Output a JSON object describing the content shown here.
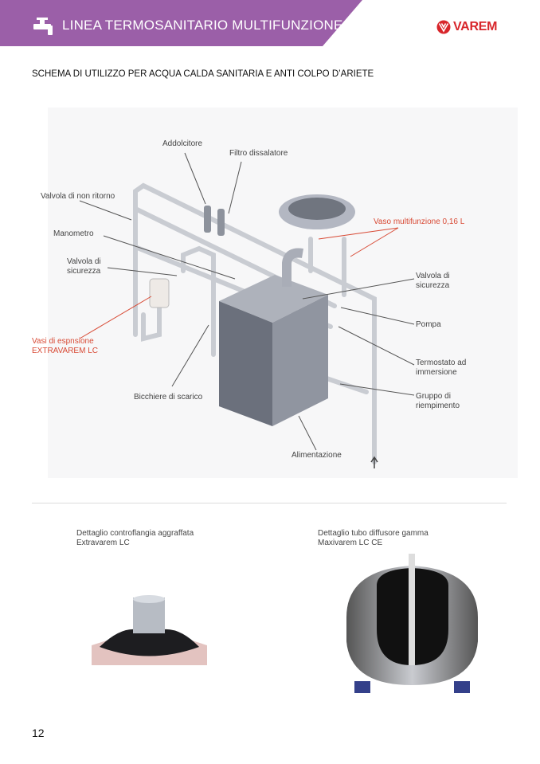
{
  "header": {
    "title": "LINEA TERMOSANITARIO MULTIFUNZIONE",
    "icon": "faucet-icon",
    "brand": "VAREM",
    "banner_color": "#9b5fa8",
    "brand_color": "#d8262b"
  },
  "section_title": "SCHEMA DI UTILIZZO PER ACQUA CALDA SANITARIA E ANTI COLPO D’ARIETE",
  "diagram_labels": {
    "addolcitore": "Addolcitore",
    "filtro": "Filtro dissalatore",
    "valvola_non_ritorno": "Valvola di non ritorno",
    "manometro": "Manometro",
    "valvola_sicurezza_left_1": "Valvola di",
    "valvola_sicurezza_left_2": "sicurezza",
    "vasi_1": "Vasi di espnsione",
    "vasi_2": "EXTRAVAREM LC",
    "bicchiere": "Bicchiere di scarico",
    "alimentazione": "Alimentazione",
    "vaso_multi": "Vaso multifunzione 0,16 L",
    "valvola_sicurezza_right_1": "Valvola di",
    "valvola_sicurezza_right_2": "sicurezza",
    "pompa": "Pompa",
    "termostato_1": "Termostato ad",
    "termostato_2": "immersione",
    "gruppo_1": "Gruppo di",
    "gruppo_2": "riempimento"
  },
  "details": [
    {
      "line1": "Dettaglio controflangia aggraffata",
      "line2": "Extravarem LC"
    },
    {
      "line1": "Dettaglio tubo diffusore gamma",
      "line2": "Maxivarem LC CE"
    }
  ],
  "page_number": "12"
}
